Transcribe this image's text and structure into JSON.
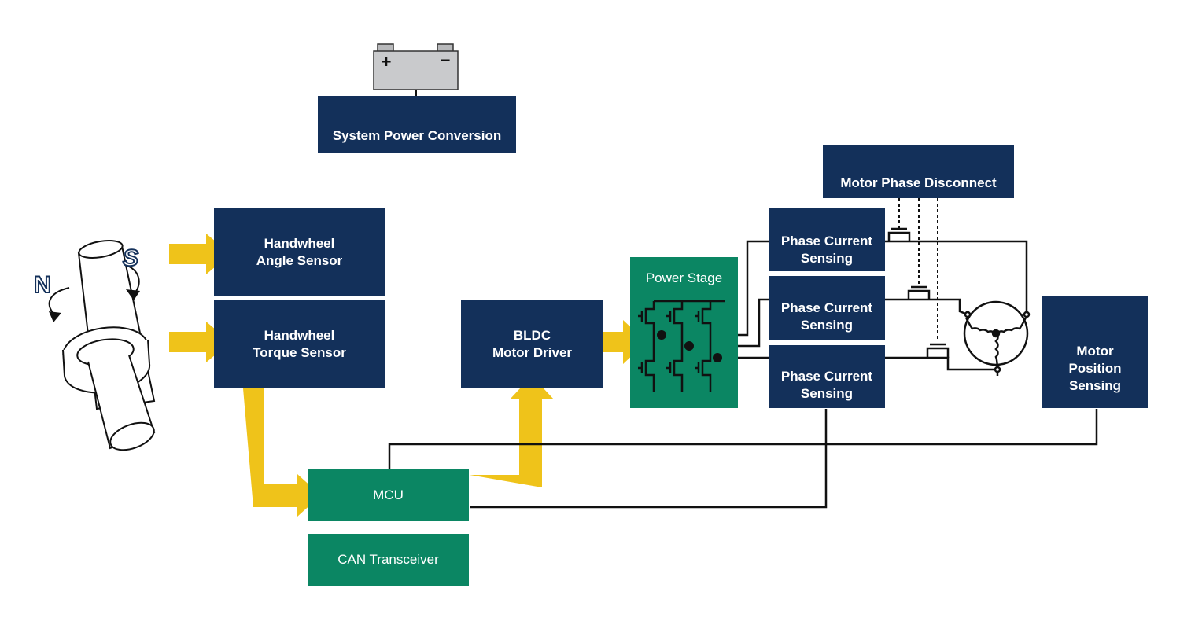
{
  "blocks": {
    "system_power": "System Power Conversion",
    "angle_sensor": "Handwheel\nAngle Sensor",
    "torque_sensor": "Handwheel\nTorque Sensor",
    "bldc_driver": "BLDC\nMotor Driver",
    "power_stage": "Power Stage",
    "phase_disconnect": "Motor Phase Disconnect",
    "phase_current_1": "Phase Current\nSensing",
    "phase_current_2": "Phase Current\nSensing",
    "phase_current_3": "Phase Current\nSensing",
    "motor_position": "Motor\nPosition\nSensing",
    "mcu": "MCU",
    "can": "CAN Transceiver"
  },
  "battery": {
    "plus": "+",
    "minus": "−"
  },
  "magnet": {
    "north": "N",
    "south": "S"
  },
  "colors": {
    "navy": "#13305a",
    "green": "#0b8663",
    "arrow": "#efc31a",
    "wire": "#111111",
    "battery": "#c9cacc"
  }
}
